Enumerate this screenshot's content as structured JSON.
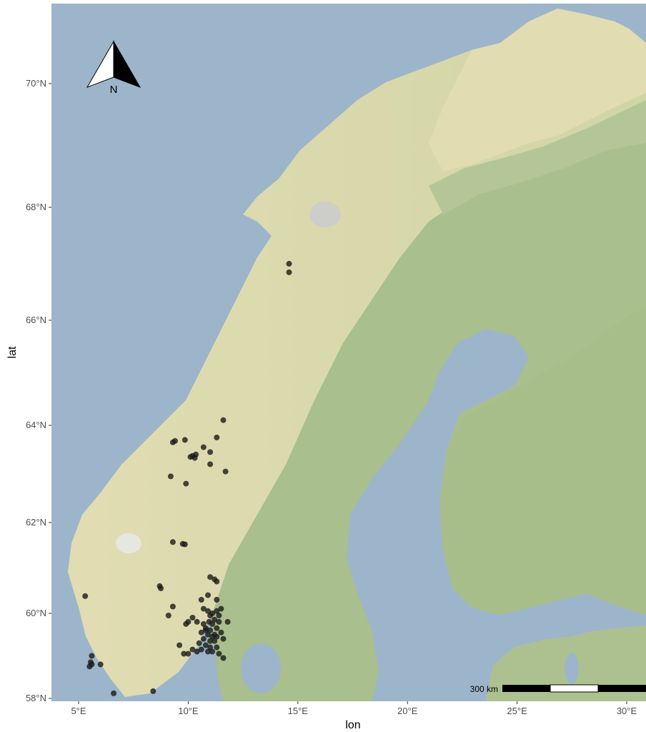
{
  "map": {
    "axes": {
      "xlabel": "lon",
      "ylabel": "lat",
      "x_ticks": [
        {
          "value": 5,
          "label": "5°E"
        },
        {
          "value": 10,
          "label": "10°E"
        },
        {
          "value": 15,
          "label": "15°E"
        },
        {
          "value": 20,
          "label": "20°E"
        },
        {
          "value": 25,
          "label": "25°E"
        },
        {
          "value": 30,
          "label": "30°E"
        }
      ],
      "y_ticks": [
        {
          "value": 58,
          "label": "58°N"
        },
        {
          "value": 60,
          "label": "60°N"
        },
        {
          "value": 62,
          "label": "62°N"
        },
        {
          "value": 64,
          "label": "64°N"
        },
        {
          "value": 66,
          "label": "66°N"
        },
        {
          "value": 68,
          "label": "68°N"
        },
        {
          "value": 70,
          "label": "70°N"
        }
      ]
    },
    "north_arrow": {
      "label": "N"
    },
    "scale_bar": {
      "label": "300 km"
    },
    "colors": {
      "sea": "#9db5ca",
      "land_green": "#a9bf8d",
      "land_tan": "#e2dcb2",
      "points": "#1a1a1a"
    }
  },
  "chart_data": {
    "type": "scatter",
    "xlabel": "lon",
    "ylabel": "lat",
    "xlim": [
      4,
      31
    ],
    "ylim": [
      58,
      71.4
    ],
    "points": [
      {
        "lon": 14.6,
        "lat": 67.0
      },
      {
        "lon": 14.6,
        "lat": 66.85
      },
      {
        "lon": 11.6,
        "lat": 64.1
      },
      {
        "lon": 11.3,
        "lat": 63.75
      },
      {
        "lon": 9.3,
        "lat": 63.65
      },
      {
        "lon": 9.4,
        "lat": 63.68
      },
      {
        "lon": 9.85,
        "lat": 63.7
      },
      {
        "lon": 10.7,
        "lat": 63.55
      },
      {
        "lon": 10.1,
        "lat": 63.35
      },
      {
        "lon": 10.2,
        "lat": 63.37
      },
      {
        "lon": 10.35,
        "lat": 63.4
      },
      {
        "lon": 10.3,
        "lat": 63.33
      },
      {
        "lon": 11.0,
        "lat": 63.45
      },
      {
        "lon": 11.0,
        "lat": 63.2
      },
      {
        "lon": 11.7,
        "lat": 63.05
      },
      {
        "lon": 9.2,
        "lat": 62.95
      },
      {
        "lon": 9.9,
        "lat": 62.8
      },
      {
        "lon": 9.3,
        "lat": 61.57
      },
      {
        "lon": 9.75,
        "lat": 61.53
      },
      {
        "lon": 9.85,
        "lat": 61.52
      },
      {
        "lon": 11.0,
        "lat": 60.8
      },
      {
        "lon": 11.2,
        "lat": 60.75
      },
      {
        "lon": 11.3,
        "lat": 60.7
      },
      {
        "lon": 8.7,
        "lat": 60.6
      },
      {
        "lon": 8.75,
        "lat": 60.55
      },
      {
        "lon": 10.9,
        "lat": 60.4
      },
      {
        "lon": 11.3,
        "lat": 60.3
      },
      {
        "lon": 10.6,
        "lat": 60.3
      },
      {
        "lon": 5.3,
        "lat": 60.38
      },
      {
        "lon": 9.3,
        "lat": 60.15
      },
      {
        "lon": 10.7,
        "lat": 60.1
      },
      {
        "lon": 10.9,
        "lat": 60.05
      },
      {
        "lon": 11.1,
        "lat": 60.0
      },
      {
        "lon": 11.3,
        "lat": 60.05
      },
      {
        "lon": 11.5,
        "lat": 60.1
      },
      {
        "lon": 11.0,
        "lat": 59.95
      },
      {
        "lon": 9.1,
        "lat": 59.95
      },
      {
        "lon": 10.2,
        "lat": 59.9
      },
      {
        "lon": 11.2,
        "lat": 59.85
      },
      {
        "lon": 10.0,
        "lat": 59.8
      },
      {
        "lon": 9.9,
        "lat": 59.75
      },
      {
        "lon": 10.4,
        "lat": 59.8
      },
      {
        "lon": 10.7,
        "lat": 59.75
      },
      {
        "lon": 11.1,
        "lat": 59.75
      },
      {
        "lon": 11.4,
        "lat": 59.8
      },
      {
        "lon": 11.8,
        "lat": 59.8
      },
      {
        "lon": 10.8,
        "lat": 59.65
      },
      {
        "lon": 11.0,
        "lat": 59.6
      },
      {
        "lon": 11.3,
        "lat": 59.65
      },
      {
        "lon": 11.5,
        "lat": 59.55
      },
      {
        "lon": 10.6,
        "lat": 59.55
      },
      {
        "lon": 10.9,
        "lat": 59.5
      },
      {
        "lon": 11.1,
        "lat": 59.45
      },
      {
        "lon": 11.3,
        "lat": 59.45
      },
      {
        "lon": 10.7,
        "lat": 59.4
      },
      {
        "lon": 11.0,
        "lat": 59.35
      },
      {
        "lon": 11.2,
        "lat": 59.35
      },
      {
        "lon": 11.6,
        "lat": 59.4
      },
      {
        "lon": 10.5,
        "lat": 59.3
      },
      {
        "lon": 10.8,
        "lat": 59.25
      },
      {
        "lon": 11.0,
        "lat": 59.2
      },
      {
        "lon": 11.3,
        "lat": 59.2
      },
      {
        "lon": 9.6,
        "lat": 59.25
      },
      {
        "lon": 10.2,
        "lat": 59.15
      },
      {
        "lon": 10.4,
        "lat": 59.1
      },
      {
        "lon": 10.9,
        "lat": 59.1
      },
      {
        "lon": 11.1,
        "lat": 59.1
      },
      {
        "lon": 11.4,
        "lat": 59.05
      },
      {
        "lon": 9.8,
        "lat": 59.05
      },
      {
        "lon": 10.0,
        "lat": 59.05
      },
      {
        "lon": 11.6,
        "lat": 58.95
      },
      {
        "lon": 10.6,
        "lat": 59.15
      },
      {
        "lon": 10.8,
        "lat": 59.6
      },
      {
        "lon": 11.2,
        "lat": 59.5
      },
      {
        "lon": 10.95,
        "lat": 59.8
      },
      {
        "lon": 11.4,
        "lat": 59.95
      },
      {
        "lon": 5.6,
        "lat": 59.0
      },
      {
        "lon": 5.55,
        "lat": 58.85
      },
      {
        "lon": 5.5,
        "lat": 58.75
      },
      {
        "lon": 5.6,
        "lat": 58.8
      },
      {
        "lon": 6.0,
        "lat": 58.8
      },
      {
        "lon": 6.6,
        "lat": 58.12
      },
      {
        "lon": 8.4,
        "lat": 58.17
      }
    ]
  }
}
